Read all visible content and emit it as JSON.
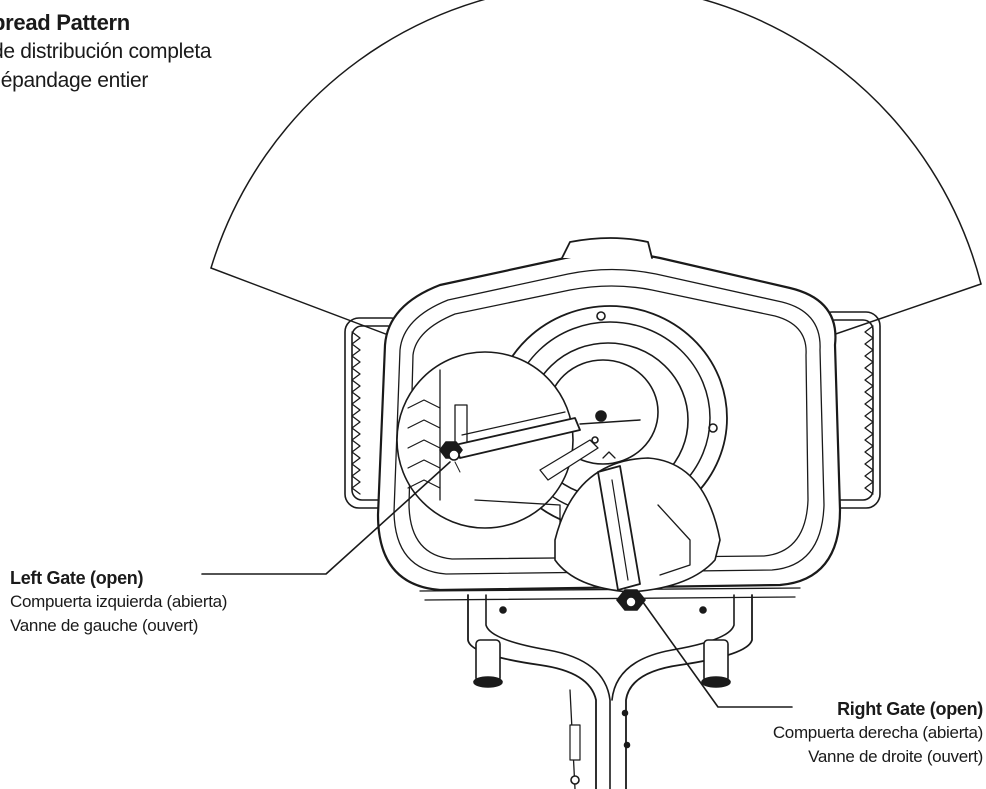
{
  "title": {
    "line1": "pread Pattern",
    "line2": "de distribución completa",
    "line3": "l’épandage entier"
  },
  "left_gate": {
    "line1": "Left Gate (open)",
    "line2": "Compuerta izquierda (abierta)",
    "line3": "Vanne de gauche (ouvert)"
  },
  "right_gate": {
    "line1": "Right Gate (open)",
    "line2": "Compuerta derecha (abierta)",
    "line3": "Vanne de droite (ouvert)"
  }
}
